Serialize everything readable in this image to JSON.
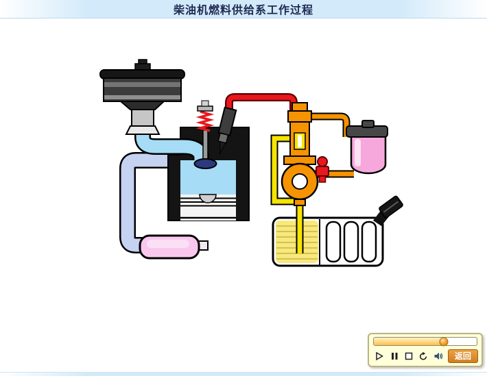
{
  "title": "柴油机燃料供给系工作过程",
  "colors": {
    "title-text": "#1e2a52",
    "air-blue": "#a6dcf5",
    "exhaust-blue": "#c5d2f2",
    "muffler-pink": "#f9c7ee",
    "filter-pink": "#f6a8dc",
    "fuel-yellow": "#f6e400",
    "fuel-orange": "#f59300",
    "fuel-red": "#e8181d",
    "valve-navy": "#2b3a7e",
    "pump-orange": "#f59300",
    "tank-fuel": "#f7e97c",
    "panel-bg": "#ffffd9",
    "knob-orange": "#f59a2a",
    "back-btn": "#eda045"
  },
  "diagram": {
    "components": [
      "air-filter",
      "intake-pipe",
      "engine-cylinder",
      "piston",
      "intake-valve",
      "valve-spring",
      "fuel-injector",
      "high-pressure-fuel-line",
      "injection-pump",
      "fuel-low-pressure-loop",
      "fuel-suction-line",
      "fuel-supply-line",
      "fuel-return-line",
      "primer-pump",
      "fuel-filter",
      "fuel-tank",
      "fuel-filler-cap",
      "exhaust-pipe",
      "muffler"
    ]
  },
  "player": {
    "progress_percent": 68,
    "back_label": "返回",
    "buttons": [
      {
        "name": "play-button",
        "icon": "play-icon"
      },
      {
        "name": "pause-button",
        "icon": "pause-icon"
      },
      {
        "name": "stop-button",
        "icon": "stop-icon"
      },
      {
        "name": "replay-button",
        "icon": "replay-icon"
      },
      {
        "name": "sound-button",
        "icon": "sound-icon"
      }
    ]
  }
}
